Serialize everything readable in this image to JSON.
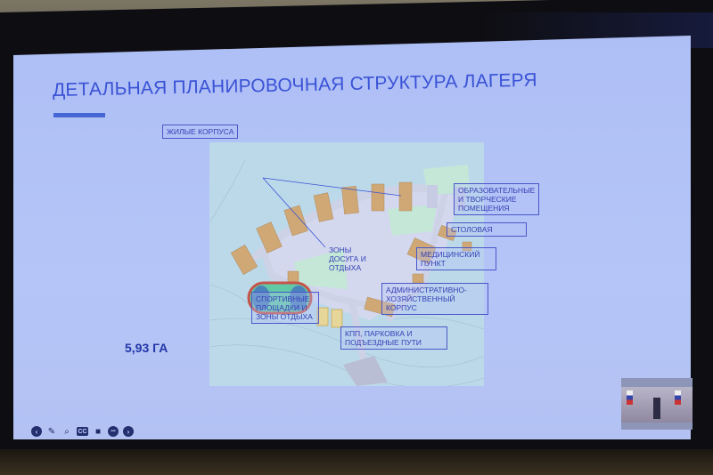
{
  "slide": {
    "title": "ДЕТАЛЬНАЯ ПЛАНИРОВОЧНАЯ СТРУКТУРА ЛАГЕРЯ",
    "area_label": "5,93 ГА",
    "accent_color": "#3a52d6",
    "background_color": "#b3c2f3"
  },
  "map": {
    "labels": {
      "residential": "ЖИЛЫЕ КОРПУСА",
      "leisure_zone": "ЗОНЫ ДОСУГА И ОТДЫХА",
      "educational": "ОБРАЗОВАТЕЛЬНЫЕ И ТВОРЧЕСКИЕ ПОМЕЩЕНИЯ",
      "canteen": "СТОЛОВАЯ",
      "medical": "МЕДИЦИНСКИЙ ПУНКТ",
      "admin": "АДМИНИСТРАТИВНО-ХОЗЯЙСТВЕННЫЙ КОРПУС",
      "sports": "СПОРТИВНЫЕ ПЛОЩАДКИ И ЗОНЫ ОТДЫХА",
      "checkpoint": "КПП, ПАРКОВКА И ПОДЪЕЗДНЫЕ ПУТИ"
    },
    "label_lines": {
      "leisure_zone": [
        "ЗОНЫ",
        "ДОСУГА И",
        "ОТДЫХА"
      ],
      "educational": [
        "ОБРАЗОВАТЕЛЬНЫЕ",
        "И ТВОРЧЕСКИЕ",
        "ПОМЕЩЕНИЯ"
      ],
      "medical": [
        "МЕДИЦИНСКИЙ",
        "ПУНКТ"
      ],
      "admin": [
        "АДМИНИСТРАТИВНО-",
        "ХОЗЯЙСТВЕННЫЙ",
        "КОРПУС"
      ],
      "sports": [
        "СПОРТИВНЫЕ",
        "ПЛОЩАДКИ И",
        "ЗОНЫ ОТДЫХА"
      ],
      "checkpoint": [
        "КПП, ПАРКОВКА И",
        "ПОДЪЕЗДНЫЕ ПУТИ"
      ]
    }
  },
  "toolbar": {
    "items": [
      {
        "icon": "arrow-left-icon",
        "glyph": "‹"
      },
      {
        "icon": "pen-icon",
        "glyph": "✎"
      },
      {
        "icon": "zoom-icon",
        "glyph": "⌕"
      },
      {
        "icon": "captions-icon",
        "glyph": "CC"
      },
      {
        "icon": "camera-icon",
        "glyph": "■"
      },
      {
        "icon": "more-icon",
        "glyph": "•••"
      },
      {
        "icon": "arrow-right-icon",
        "glyph": "›"
      }
    ]
  }
}
